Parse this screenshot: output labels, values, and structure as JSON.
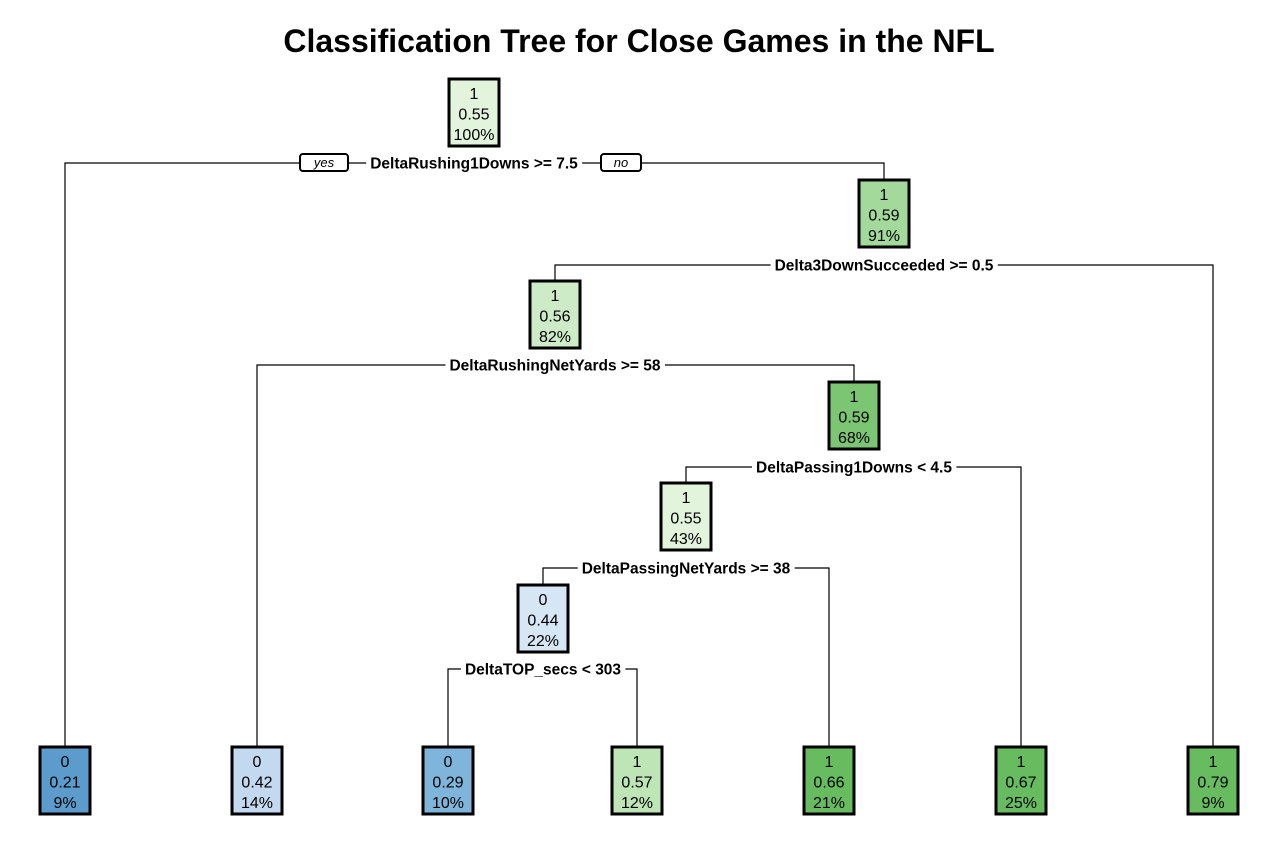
{
  "title": "Classification Tree for Close Games in the NFL",
  "branch_tags": {
    "yes": "yes",
    "no": "no"
  },
  "colors": {
    "edge": "#000000",
    "class_0_dark": "#5b9ccd",
    "class_0_mid": "#80b5db",
    "class_0_light": "#c2d9ef",
    "class_0_pale": "#d6e6f5",
    "class_1_pale": "#e2f4dc",
    "class_1_light": "#cdebc6",
    "class_1_mid": "#bde5b5",
    "class_1_green": "#a3da9c",
    "class_1_darkish": "#7cc673",
    "class_1_dark": "#67bc60"
  },
  "nodes": [
    {
      "id": "root",
      "class": "1",
      "prob": "0.55",
      "pct": "100%",
      "fill": "#e2f4dc"
    },
    {
      "id": "n3",
      "class": "1",
      "prob": "0.59",
      "pct": "91%",
      "fill": "#a3da9c"
    },
    {
      "id": "n6",
      "class": "1",
      "prob": "0.56",
      "pct": "82%",
      "fill": "#cdebc6"
    },
    {
      "id": "n13",
      "class": "1",
      "prob": "0.59",
      "pct": "68%",
      "fill": "#7cc673"
    },
    {
      "id": "n26",
      "class": "1",
      "prob": "0.55",
      "pct": "43%",
      "fill": "#e2f4dc"
    },
    {
      "id": "n52",
      "class": "0",
      "prob": "0.44",
      "pct": "22%",
      "fill": "#d6e6f5"
    },
    {
      "id": "leaf1",
      "class": "0",
      "prob": "0.21",
      "pct": "9%",
      "fill": "#5b9ccd"
    },
    {
      "id": "leaf2",
      "class": "0",
      "prob": "0.42",
      "pct": "14%",
      "fill": "#c2d9ef"
    },
    {
      "id": "leaf3",
      "class": "0",
      "prob": "0.29",
      "pct": "10%",
      "fill": "#80b5db"
    },
    {
      "id": "leaf4",
      "class": "1",
      "prob": "0.57",
      "pct": "12%",
      "fill": "#bde5b5"
    },
    {
      "id": "leaf5",
      "class": "1",
      "prob": "0.66",
      "pct": "21%",
      "fill": "#67bc60"
    },
    {
      "id": "leaf6",
      "class": "1",
      "prob": "0.67",
      "pct": "25%",
      "fill": "#67bc60"
    },
    {
      "id": "leaf7",
      "class": "1",
      "prob": "0.79",
      "pct": "9%",
      "fill": "#67bc60"
    }
  ],
  "splits": [
    {
      "id": "s_root",
      "text": "DeltaRushing1Downs >= 7.5"
    },
    {
      "id": "s_n3",
      "text": "Delta3DownSucceeded >= 0.5"
    },
    {
      "id": "s_n6",
      "text": "DeltaRushingNetYards >= 58"
    },
    {
      "id": "s_n13",
      "text": "DeltaPassing1Downs < 4.5"
    },
    {
      "id": "s_n26",
      "text": "DeltaPassingNetYards >= 38"
    },
    {
      "id": "s_n52",
      "text": "DeltaTOP_secs < 303"
    }
  ]
}
